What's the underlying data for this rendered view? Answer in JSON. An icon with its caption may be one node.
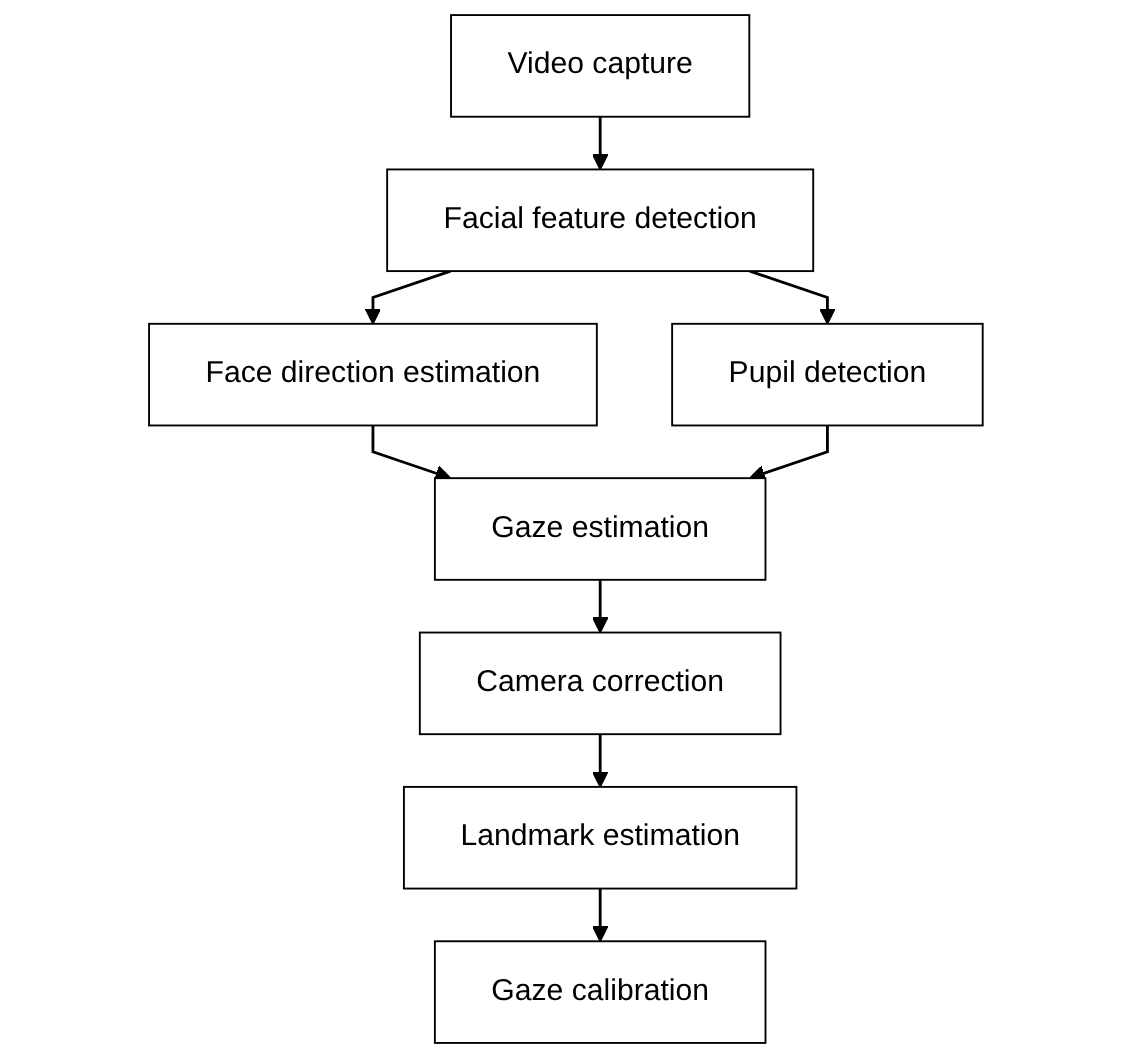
{
  "diagram": {
    "nodes": [
      {
        "text": [
          "Video capture"
        ]
      },
      {
        "text": [
          "Facial feature detection"
        ]
      },
      {
        "text": [
          "Pupil detection"
        ]
      },
      {
        "text": [
          "Face direction estimation"
        ]
      },
      {
        "text": [
          "Gaze estimation"
        ]
      },
      {
        "text": [
          "Camera correction"
        ]
      },
      {
        "text": [
          "Landmark estimation"
        ]
      },
      {
        "text": [
          "Gaze calibration"
        ]
      }
    ],
    "edges": [
      {
        "from": 0,
        "to": 1,
        "arrow": "to"
      },
      {
        "from": 1,
        "to": 2,
        "arrow": "to"
      },
      {
        "from": 1,
        "to": 3,
        "arrow": "to"
      },
      {
        "from": 3,
        "to": 4,
        "arrow": "to"
      },
      {
        "from": 2,
        "to": 4,
        "arrow": "to"
      },
      {
        "from": 4,
        "to": 5,
        "arrow": "to"
      },
      {
        "from": 5,
        "to": 6,
        "arrow": "to"
      },
      {
        "from": 6,
        "to": 7,
        "arrow": "to"
      }
    ]
  }
}
